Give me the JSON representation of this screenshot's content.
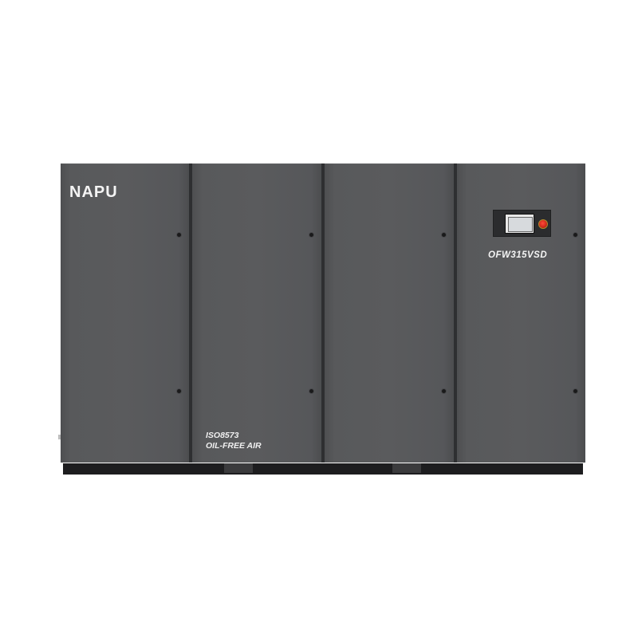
{
  "machine": {
    "brand": "NAPU",
    "model": "OFW315VSD",
    "certification_line1": "ISO8573",
    "certification_line2": "OIL-FREE AIR"
  },
  "colors": {
    "body": "#58595b",
    "seam": "#2e2f31",
    "base": "#1d1d1f",
    "text": "#f4f4f4",
    "estop": "#d12a1c"
  },
  "icons": {
    "controller": "control-panel-icon",
    "button": "emergency-stop-icon"
  }
}
